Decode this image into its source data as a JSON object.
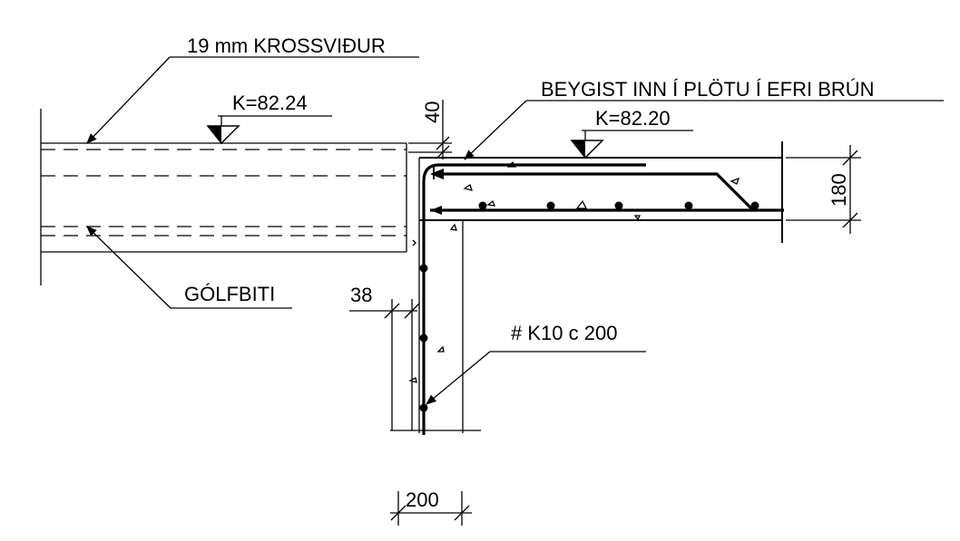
{
  "labels": {
    "plywood": "19 mm KROSSVIÐUR",
    "bend": "BEYGIST INN Í PLÖTU Í EFRI BRÚN",
    "level_left": "K=82.24",
    "level_right": "K=82.20",
    "dim_40": "40",
    "dim_180": "180",
    "joist": "GÓLFBITI",
    "dim_38": "38",
    "rebar": "# K10  c 200",
    "dim_200": "200"
  },
  "colors": {
    "ink": "#000000",
    "background": "#ffffff"
  }
}
